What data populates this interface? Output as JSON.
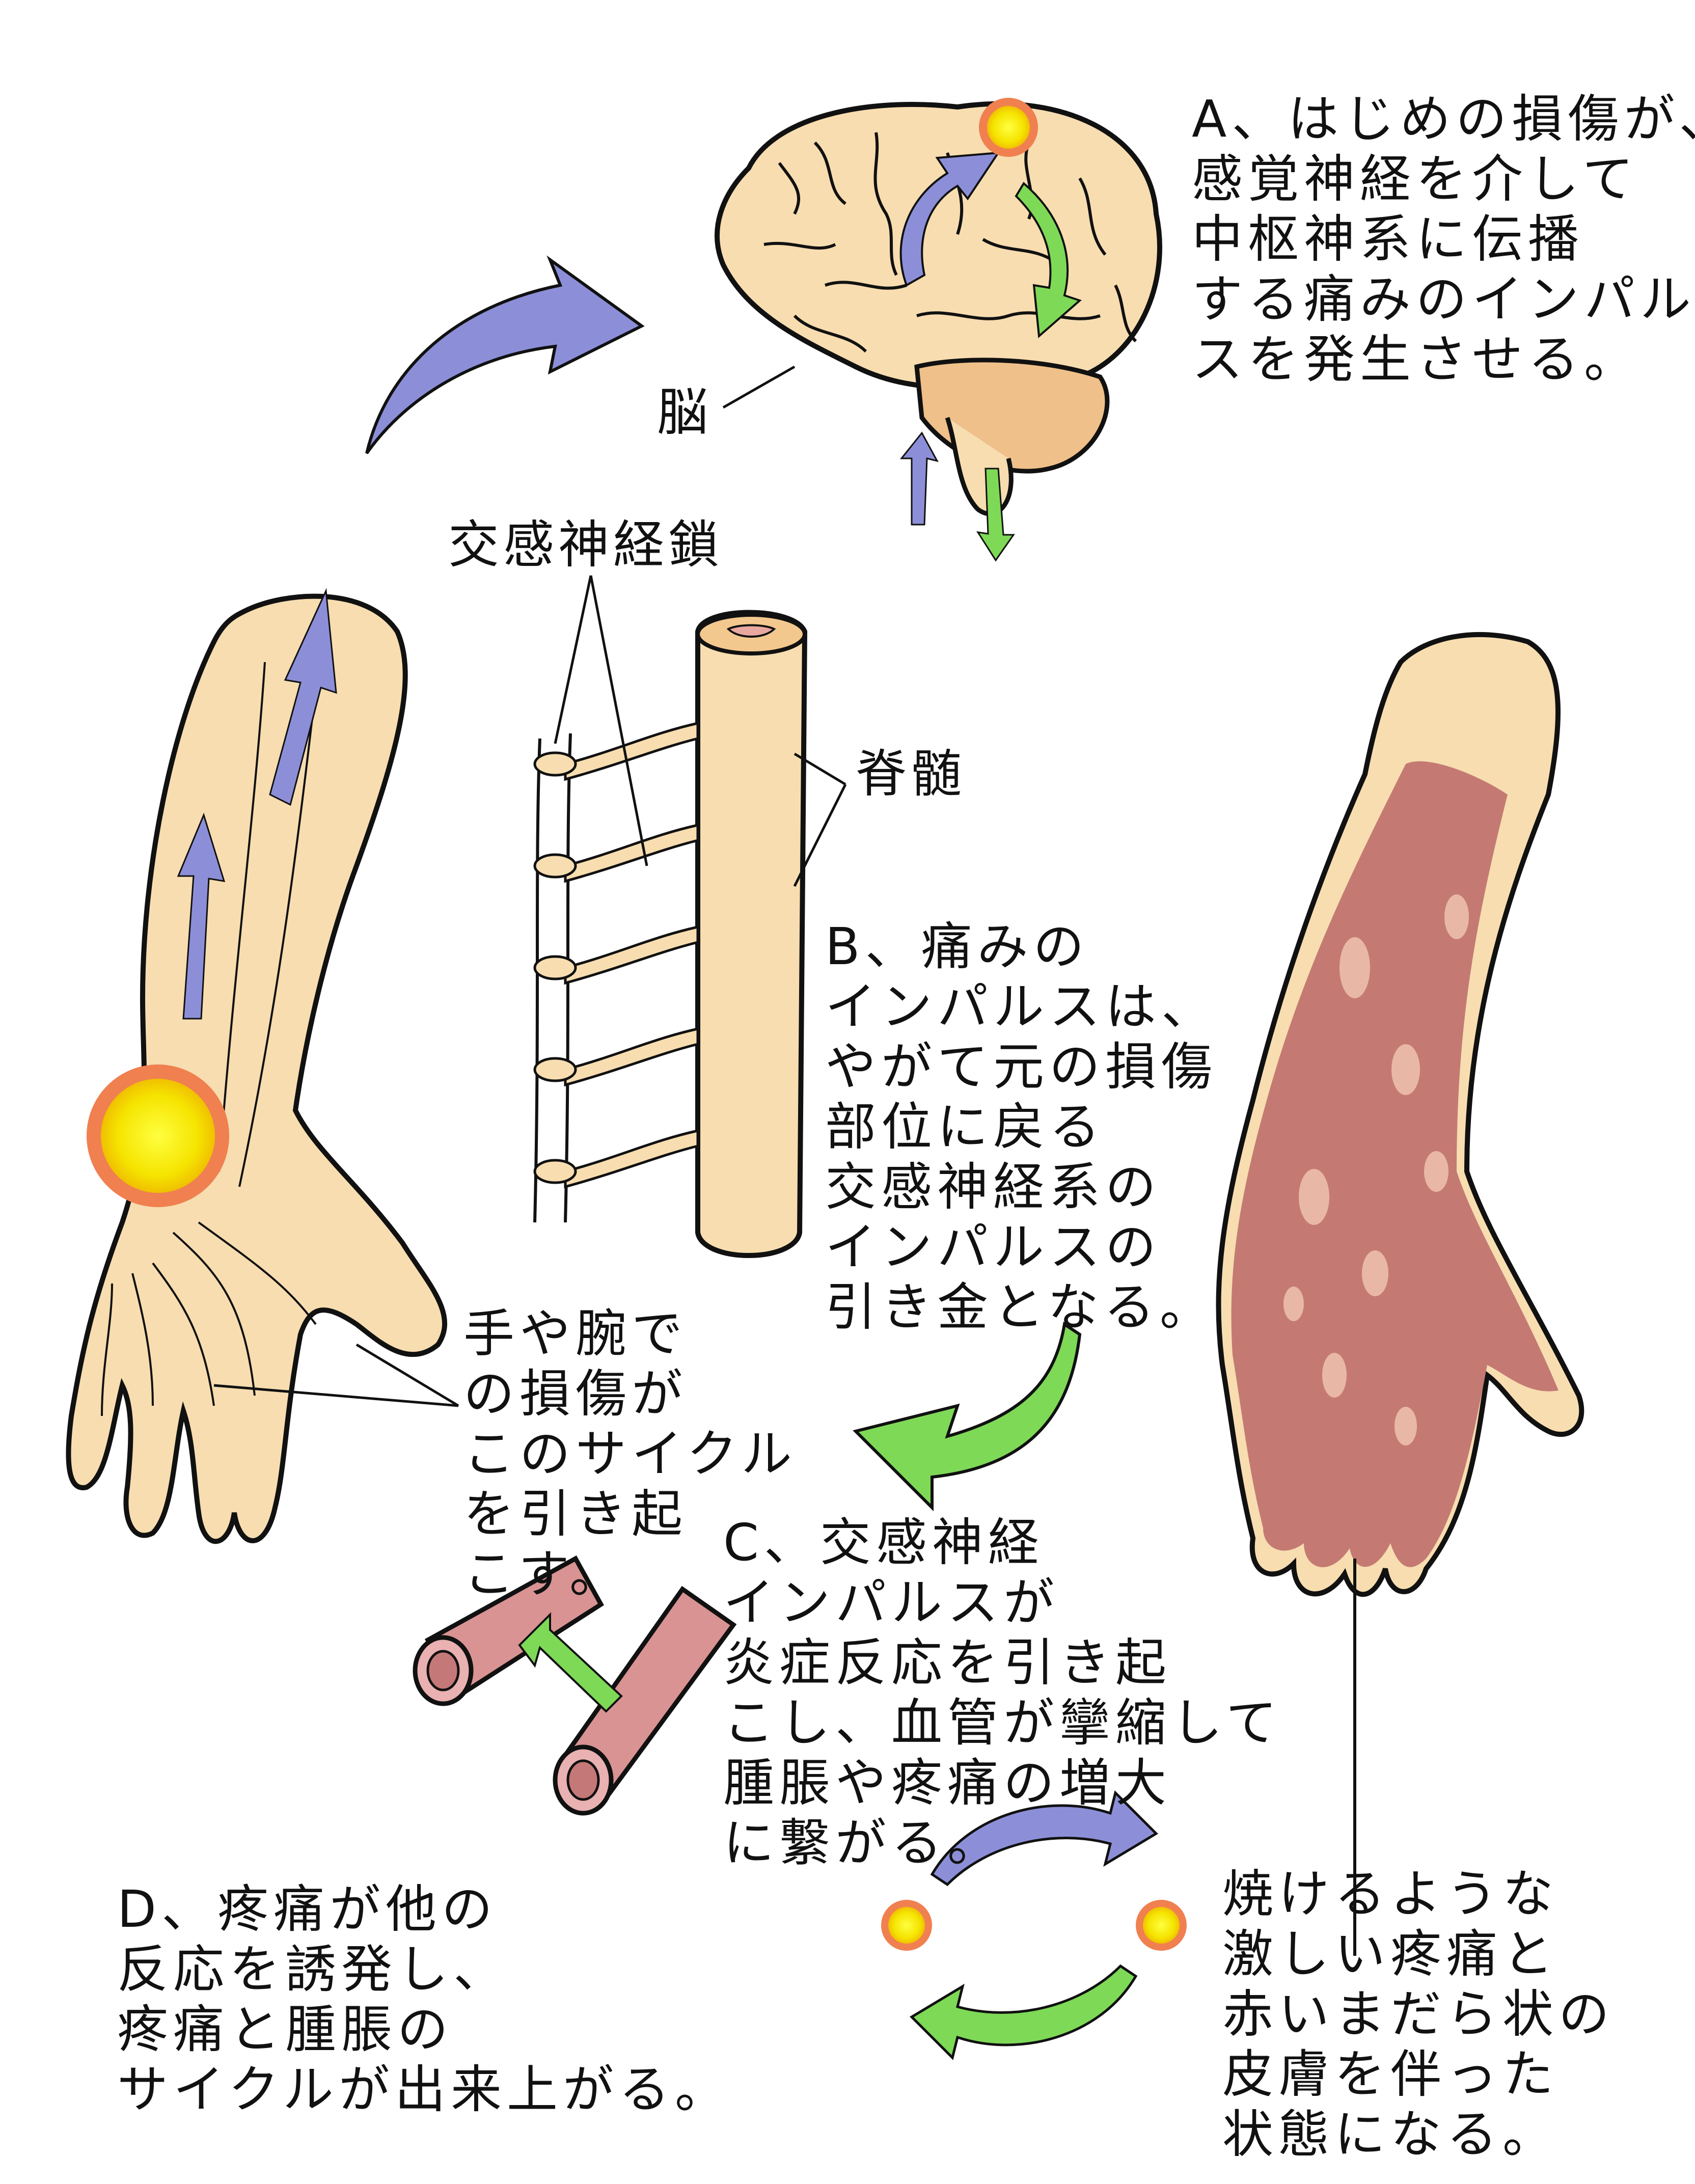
{
  "labels": {
    "brain": "脳",
    "sympathetic_chain": "交感神経鎖",
    "spinal_cord": "脊髄"
  },
  "notes": {
    "a": [
      "A、はじめの損傷が、",
      "感覚神経を介して",
      "中枢神系に伝播",
      "する痛みのインパル",
      "スを発生させる。"
    ],
    "b": [
      "B、痛みの",
      "インパルスは、",
      "やがて元の損傷",
      "部位に戻る",
      "交感神経系の",
      "インパルスの",
      "引き金となる。"
    ],
    "c": [
      "C、交感神経",
      "インパルスが",
      "炎症反応を引き起",
      "こし、血管が攣縮して",
      "腫脹や疼痛の増大",
      "に繋がる。"
    ],
    "d": [
      "D、疼痛が他の",
      "反応を誘発し、",
      "疼痛と腫脹の",
      "サイクルが出来上がる。"
    ],
    "injury": [
      "手や腕で",
      "の損傷が",
      "このサイクル",
      "を引き起",
      "こす。"
    ],
    "burning": [
      "焼けるような",
      "激しい疼痛と",
      "赤いまだら状の",
      "皮膚を伴った",
      "状態になる。"
    ]
  },
  "colors": {
    "skin": "#f7ddb0",
    "skin_shade": "#efc08a",
    "red_skin": "#c47a72",
    "blue_arrow": "#8c8fd8",
    "green_arrow": "#7ed957",
    "spot_yellow": "#f5e400",
    "spot_ring": "#f08050",
    "vessel": "#d99393"
  }
}
